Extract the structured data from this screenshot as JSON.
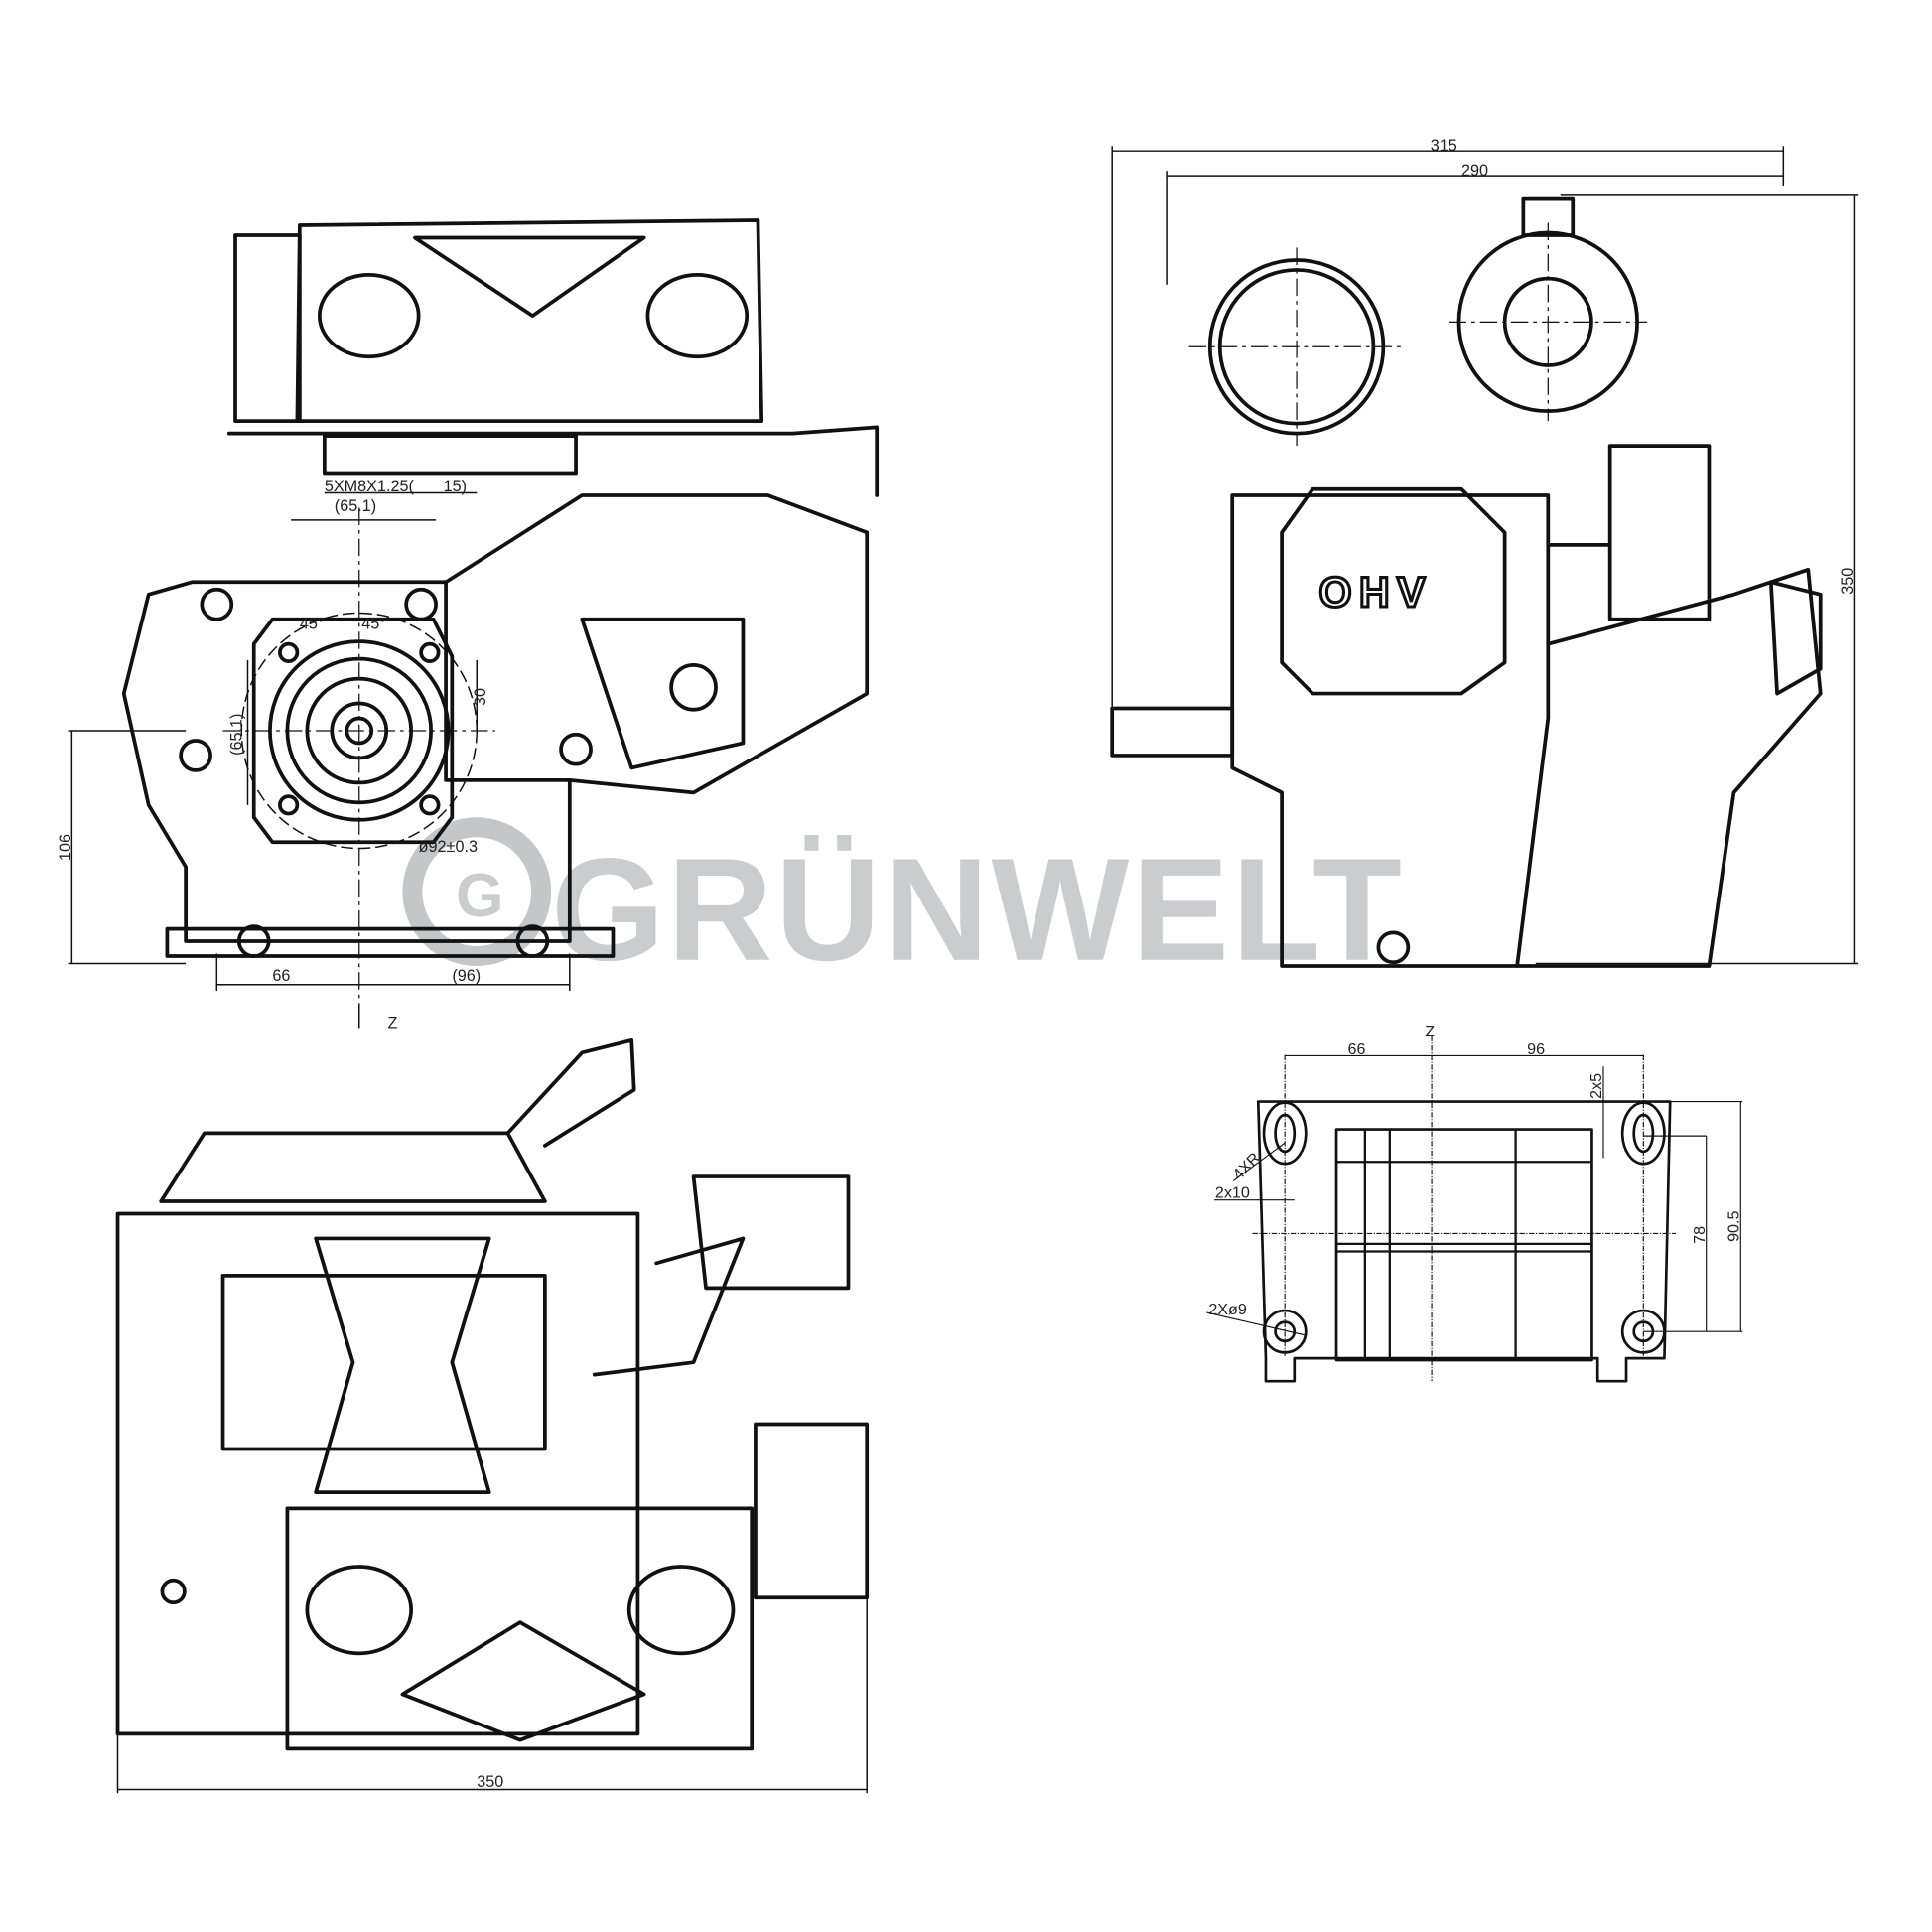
{
  "watermark": "GRÜNWELT",
  "watermark_mark": "G",
  "front_view": {
    "bolt_spec": "5XM8X1.25(",
    "bolt_depth": "15)",
    "width_ref_top": "(65.1)",
    "height_ref_side": "(65.1)",
    "angle_left": "45°",
    "angle_right": "45°",
    "offset": "30",
    "pilot_diameter": "ø92±0.3",
    "shaft_height": "106",
    "left_to_center": "66",
    "right_to_center": "(96)",
    "view_marker": "Z"
  },
  "side_view": {
    "overall_width": "315",
    "width_to_shaft": "290",
    "overall_height": "350",
    "valve_cover_label": "OHV"
  },
  "top_view": {
    "overall_length": "350"
  },
  "base_view": {
    "title": "Z",
    "left_to_center": "66",
    "right_to_center": "96",
    "slot_width": "2x5",
    "radius": "4XR",
    "slot_length": "2x10",
    "hole_spacing": "78",
    "overall_depth": "90.5",
    "hole_diameter": "2Xø9"
  }
}
